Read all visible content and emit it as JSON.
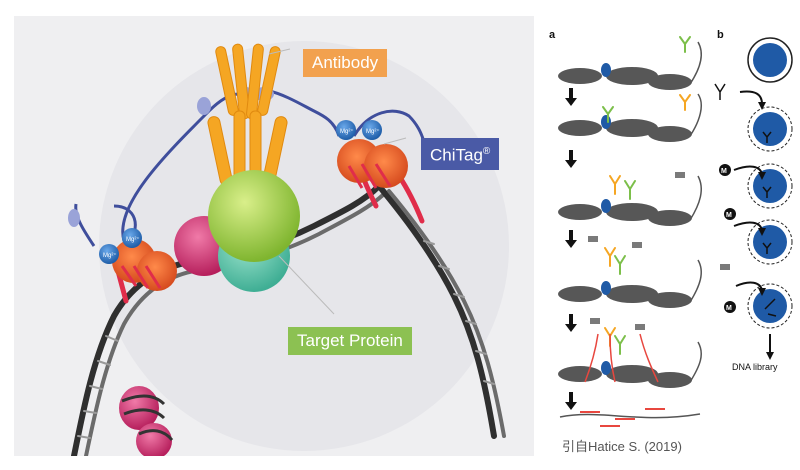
{
  "labels": {
    "antibody": "Antibody",
    "chitag": "ChiTag",
    "chitag_mark": "®",
    "target_protein": "Target Protein",
    "mg_ion": "Mg²⁺"
  },
  "right_panel": {
    "letter_a": "a",
    "letter_b": "b",
    "dna_library": "DNA library",
    "m_badge": "M",
    "citation": "引自Hatice S. (2019)"
  },
  "colors": {
    "background": "#efeff1",
    "antibody": "#f2a14e",
    "chitag": "#4a5aa6",
    "target_protein": "#8cc152",
    "nucleosome": "#d6336c",
    "dna_dark": "#333333",
    "dna_red": "#e02d4a",
    "blue_core": "#2d6db3"
  },
  "icons": [
    "arrow-down-icon",
    "antibody-y-icon",
    "magnet-icon"
  ]
}
